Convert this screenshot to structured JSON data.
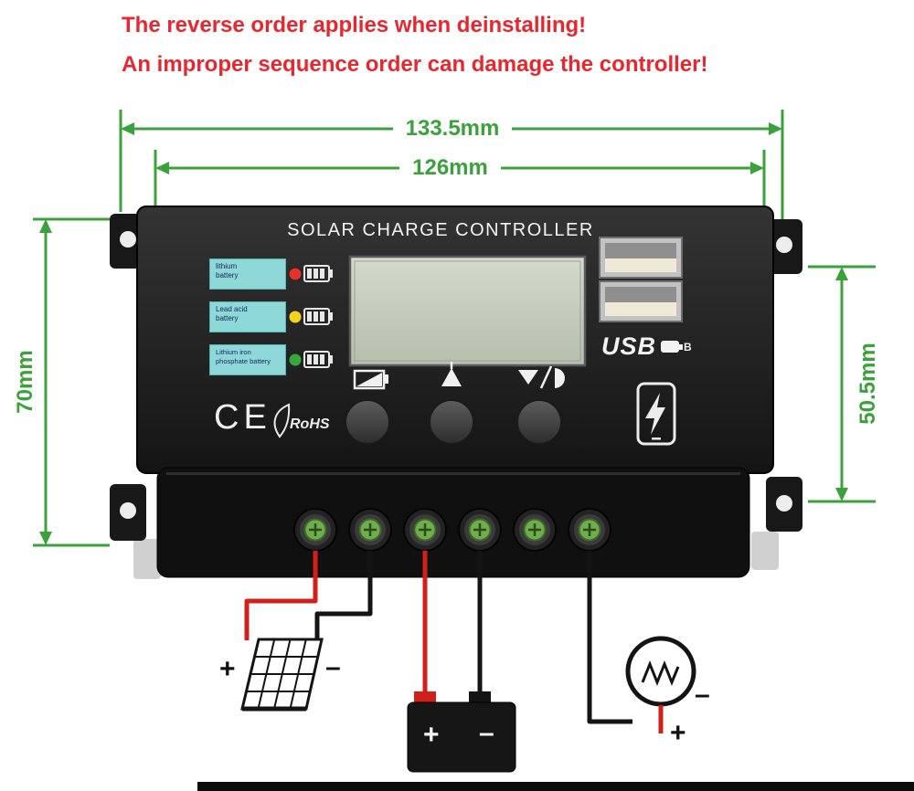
{
  "warning": {
    "line1": "The reverse order applies when deinstalling!",
    "line2": "An improper sequence order can damage the controller!",
    "color": "#e8262d"
  },
  "dimensions": {
    "outer_width": "133.5mm",
    "inner_width": "126mm",
    "left_height": "70mm",
    "right_height": "50.5mm",
    "color": "#3ba13a"
  },
  "device": {
    "title": "SOLAR CHARGE CONTROLLER",
    "batteries": [
      {
        "line1": "lithium",
        "line2": "battery",
        "led": "#e53228"
      },
      {
        "line1": "Lead acid",
        "line2": "battery",
        "led": "#f3d21c"
      },
      {
        "line1": "Lithium iron",
        "line2": "phosphate battery",
        "led": "#37a93c"
      }
    ],
    "ce_label": "CE",
    "rohs_label": "RoHS",
    "usb_label": "USB",
    "usb_suffix": "B"
  },
  "wiring": {
    "panel_plus": "+",
    "panel_minus": "–",
    "battery_plus": "+",
    "battery_minus": "–",
    "load_plus": "+",
    "load_minus": "–",
    "wire_red": "#d1201c",
    "wire_black": "#141414"
  },
  "icons": {
    "left_button_icon": "battery-charge-icon",
    "middle_button_icon": "up-arrow-icon",
    "right_button_icon": "day-night-mode-icon",
    "phone_icon": "phone-fast-charge-icon",
    "panel_icon": "solar-panel-icon",
    "battery_icon": "battery-icon",
    "bulb_icon": "light-bulb-icon"
  },
  "colors": {
    "terminal_green": "#6fae4a",
    "label_teal": "#8ed8d8",
    "lcd": "#c9cfc2",
    "body_black": "#1c1c1c"
  }
}
